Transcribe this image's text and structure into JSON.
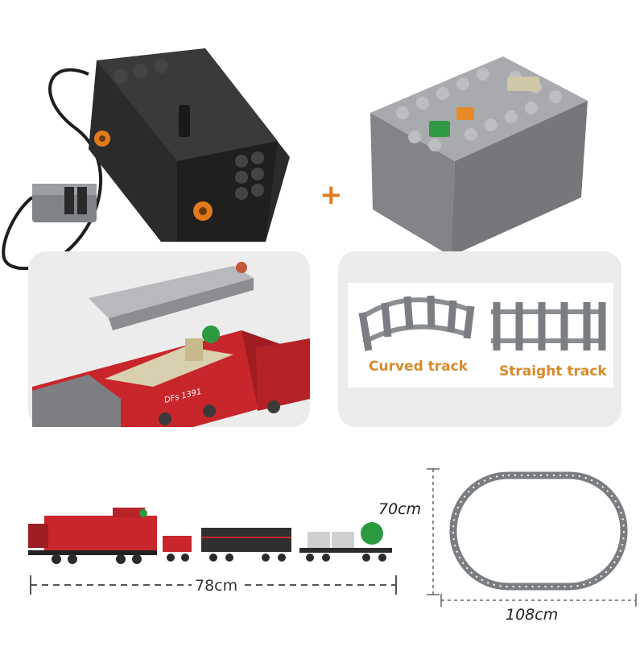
{
  "plus_sign": "+",
  "tracks": {
    "curved_label": "Curved track",
    "straight_label": "Straight track"
  },
  "dimensions": {
    "train_length": "78cm",
    "loop_height": "70cm",
    "loop_width": "108cm"
  },
  "locomotive_side_text": "DFs 1391",
  "colors": {
    "motor": "#2b2b2b",
    "battery_box": "#8f9093",
    "train_red": "#c8262b",
    "track_gray": "#8a8d91",
    "accent_orange": "#e27a1c",
    "label_orange": "#d78a2a"
  }
}
